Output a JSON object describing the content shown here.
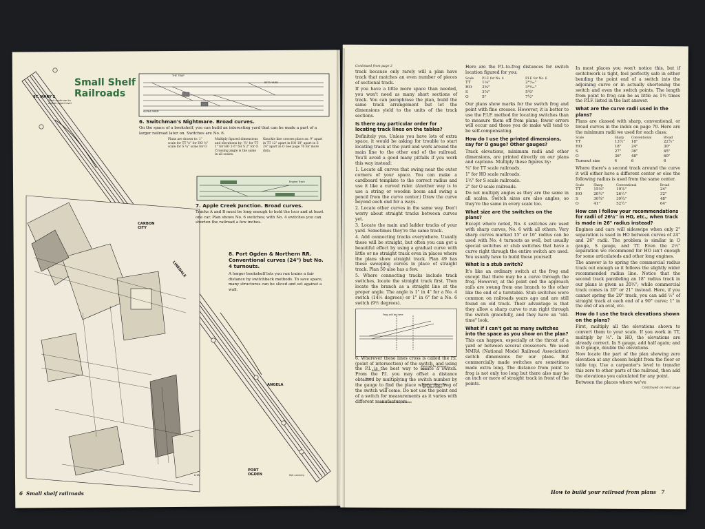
{
  "left_page": {
    "title_line1": "Small Shelf",
    "title_line2": "Railroads",
    "side_labels": {
      "st_marys": "ST. MARY'S",
      "track_note": "Track continues to end on upper level",
      "carbon_city": "CARBON CITY",
      "linedale": "LINEDALE",
      "angela": "ANGELA",
      "port_ogden": "PORT OGDEN",
      "fish_cannery": "fish cannery",
      "lhw": "LHW"
    },
    "plan6": {
      "labels": [
        "THE TRAP",
        "BETA YARD",
        "ALPHA YARD"
      ],
      "heading": "6. Switchman's Nightmare. Broad curves.",
      "text": "On the space of a bookshelf, you can build an interesting yard that can be made a part of a larger railroad later on. Switches are No. 6.",
      "scale_col1": "Plans are drawn to: 1\" scale for TT ½\" for HO ⅜\" scale for S ¼\" scale for O",
      "scale_col2": "Multiply figured dimensions and elevations by: ¾\" for TT 1\" for HO 1½\" for S 2\" for O Crossing angle is the same in all scales.",
      "scale_col3": "Knuckle line crosses place as: 9\" apart in TT 12\" apart in HO 18\" apart in S 24\" apart in O See page 70 for more data."
    },
    "plan7": {
      "label": "Engine Track",
      "heading": "7. Apple Creek Junction. Broad curves.",
      "text": "Tracks A and B must be long enough to hold the loco and at least one car. Plan shows No. 6 switches; with No. 4 switches you can shorten the railroad a few inches."
    },
    "plan8": {
      "heading": "8. Port Ogden & Northern RR. Conventional curves (24\") but No. 4 turnouts.",
      "text": "A longer bookshelf lets you run trains a fair distance by switchback methods. To save space, many structures can be sliced and set against a wall."
    },
    "folio_num": "6",
    "folio_text": "Small shelf railroads"
  },
  "right_page": {
    "continued_from": "Continued from page 3",
    "col1": [
      {
        "t": "p",
        "text": "track because only rarely will a plan have track that matches an even number of pieces of sectional track."
      },
      {
        "t": "p",
        "text": "If you have a little more space than needed, you won't need as many short sections of track. You can paraphrase the plan, build the same track arrangement but let the dimensions yield to the units of the track sections."
      },
      {
        "t": "q",
        "text": "Is there any particular order for locating track lines on the tables?"
      },
      {
        "t": "p",
        "text": "Definitely yes. Unless you have lots of extra space, it would be asking for trouble to start locating track at the yard and work around the main line to the other end of the railroad. You'll avoid a good many pitfalls if you work this way instead:"
      },
      {
        "t": "p",
        "text": "1. Locate all curves that swing near the outer corners of your space. You can make a cardboard template to the correct radius and use it like a curved ruler. (Another way is to use a string or wooden boom and swing a pencil from the curve center.) Draw the curve beyond each end for a ways."
      },
      {
        "t": "p",
        "text": "2. Locate other curves in the same way. Don't worry about straight tracks between curves yet."
      },
      {
        "t": "p",
        "text": "3. Locate the main and ladder tracks of your yard. Sometimes they're the same track."
      },
      {
        "t": "p",
        "text": "4. Add connecting tracks everywhere. Usually these will be straight, but often you can get a beautiful effect by using a gradual curve with little or no straight track even in places where the plans show straight track. Plan 49 has these sweeping curves in place of straight track. Plan 50 also has a few."
      },
      {
        "t": "p",
        "text": "5. Where connecting tracks include track switches, locate the straight track first. Then locate the branch as a straight line at the proper angle. The angle is 1\" in 4\" for a No. 4 switch (14½ degrees) or 1\" in 6\" for a No. 6 switch (9½ degrees)."
      }
    ],
    "diagram_labels": {
      "frog": "Frog will be here",
      "branch": "Branch",
      "main": "Main",
      "pi": "P.I.",
      "stock": "Stock shows laying off switch angle",
      "point": "Point will be (approx) here",
      "caption": "Outer shows frog location"
    },
    "col1_after": [
      {
        "t": "p",
        "text": "6. Wherever these lines cross is called the P.I. (point of intersection) of the switch, and using the P.I. is the best way to locate a switch. From the P.I. you may offset a distance obtained by multiplying the switch number by the gauge to find the place where the frog of the switch will come. Do not use the point end of a switch for measurements as it varies with different manufacturers."
      }
    ],
    "col2_intro": "Here are the P.I.-to-frog distances for switch location figured for you:",
    "pi_table": {
      "headers": [
        "Scale",
        "P.I.F. for No. 4",
        "P.I.F. for No. 6"
      ],
      "rows": [
        [
          "TT",
          "1⅛\"",
          "2¹¹⁄₁₆\""
        ],
        [
          "HO",
          "2⅝\"",
          "3¹⁵⁄₁₆\""
        ],
        [
          "S",
          "3⅞\"",
          "5¾\""
        ],
        [
          "O",
          "5\"",
          "7½\""
        ]
      ]
    },
    "col2": [
      {
        "t": "p",
        "text": "Our plans show marks for the switch frog and point with fine crosses. However, it is better to use the P.I.F. method for locating switches than to measure them off from plans; fewer errors will occur and those you do make will tend to be self-compensating."
      },
      {
        "t": "q",
        "text": "How do I use the printed dimensions, say for O gauge? Other gauges?"
      },
      {
        "t": "p",
        "text": "Track elevations, minimum radii and other dimensions, are printed directly on our plans and captions. Multiply these figures by:"
      },
      {
        "t": "p",
        "text": "¾\" for TT scale railroads."
      },
      {
        "t": "p",
        "text": "1\" for HO scale railroads."
      },
      {
        "t": "p",
        "text": "1½\" for S scale railroads."
      },
      {
        "t": "p",
        "text": "2\" for O scale railroads."
      },
      {
        "t": "p",
        "text": "Do not multiply angles as they are the same in all scales. Switch sizes are also angles, so they're the same in every scale too."
      },
      {
        "t": "q",
        "text": "What size are the switches on the plans?"
      },
      {
        "t": "p",
        "text": "Except where noted, No. 4 switches are used with sharp curves, No. 6 with all others. Very sharp curves marked 15\" or 16\" radius can be used with No. 4 turnouts as well, but usually special switches or stub switches that have a curve right through the entire switch are used. You usually have to build these yourself."
      },
      {
        "t": "q",
        "text": "What is a stub switch?"
      },
      {
        "t": "p",
        "text": "It's like an ordinary switch at the frog end except that there may be a curve through the frog. However, at the point end the approach rails are swung from one branch to the other like the end of a turntable. Stub switches were common on railroads years ago and are still found on old track. Their advantage is that they allow a sharp curve to run right through the switch gracefully, and they have an \"old-time\" look."
      },
      {
        "t": "q",
        "text": "What if I can't get as many switches into the space as you show on the plan?"
      },
      {
        "t": "p",
        "text": "This can happen, especially at the throat of a yard or between several crossovers. We used NMRA (National Model Railroad Association) switch dimensions for our plans. But commercially made switches are sometimes made extra long. The distance from point to frog is not only too long but there also may be an inch or more of straight track in front of the points."
      }
    ],
    "col3": [
      {
        "t": "p",
        "text": "In most places you won't notice this, but if switchwork is tight, feel perfectly safe in either bending the point end of a switch into the adjoining curve or in actually shortening the switch and even the switch points. The length from point to frog can be as little as 1½ times the P.I.F. listed in the last answer."
      },
      {
        "t": "q",
        "text": "What are the curve radii used in the plans?"
      },
      {
        "t": "p",
        "text": "Plans are classed with sharp, conventional, or broad curves in the index on page 70. Here are the minimum radii we used for each class:"
      }
    ],
    "radius_table": {
      "headers": [
        "Scale",
        "Sharp",
        "Conventional",
        "Broad"
      ],
      "rows": [
        [
          "TT",
          "13½\"",
          "18\"",
          "22½\""
        ],
        [
          "HO",
          "18\"",
          "24\"",
          "30\""
        ],
        [
          "S",
          "27\"",
          "36\"",
          "45\""
        ],
        [
          "O",
          "36\"",
          "48\"",
          "60\""
        ],
        [
          "Turnout size",
          "4",
          "6",
          "6"
        ]
      ]
    },
    "col3_mid": [
      {
        "t": "p",
        "text": "Where there's a second track around the curve it will either have a different center or else the following radius is used from the same center."
      }
    ],
    "radius_table2": {
      "headers": [
        "Scale",
        "Sharp",
        "Conventional",
        "Broad"
      ],
      "rows": [
        [
          "TT",
          "15⅛\"",
          "19⅞\"",
          "24\""
        ],
        [
          "HO",
          "20½\"",
          "26½\"",
          "32\""
        ],
        [
          "S",
          "30¾\"",
          "39¾\"",
          "48\""
        ],
        [
          "O",
          "41\"",
          "52½\"",
          "64\""
        ]
      ]
    },
    "col3_after": [
      {
        "t": "q",
        "text": "How can I follow your recommendations for radii of 26¼\" in HO, etc., when track is made in 26\" radius instead?"
      },
      {
        "t": "p",
        "text": "Engines and cars will sideswipe when only 2\" separation is used in HO between curves of 24\" and 26\" radii. The problem is similar in O gauge, S gauge, and TT. Even the 2½\" separation we recommend for HO isn't enough for some articulateds and other long engines."
      },
      {
        "t": "p",
        "text": "The answer is to spring the commercial radius track out enough so it follows the slightly wider recommended radius line. Notice that the second track paralleling an 18\" radius track in our plans is given as 20½\"; while commercial track comes in 20\" or 21\" instead. Here, if you cannot spring the 20\" track, you can add ½\" of straight track at each end of a 90° curve; 1\" in the end of an oval, etc."
      },
      {
        "t": "q",
        "text": "How do I use the track elevations shown on the plans?"
      },
      {
        "t": "p",
        "text": "First, multiply all the elevations shown to convert them to your scale. If you work in TT, multiply by ¾\". In HO, the elevations are already correct. In S gauge, add half again; and in O gauge, double the elevations."
      },
      {
        "t": "p",
        "text": "Now locate the part of the plan showing zero elevation at any chosen height from the floor or table top. Use a carpenter's level to transfer this zero to other parts of the railroad, then add the elevations you calculated for any point."
      },
      {
        "t": "p",
        "text": "Between the places where we've"
      }
    ],
    "continued_on": "Continued on next page",
    "folio_text": "How to build your railroad from plans",
    "folio_num": "7"
  }
}
